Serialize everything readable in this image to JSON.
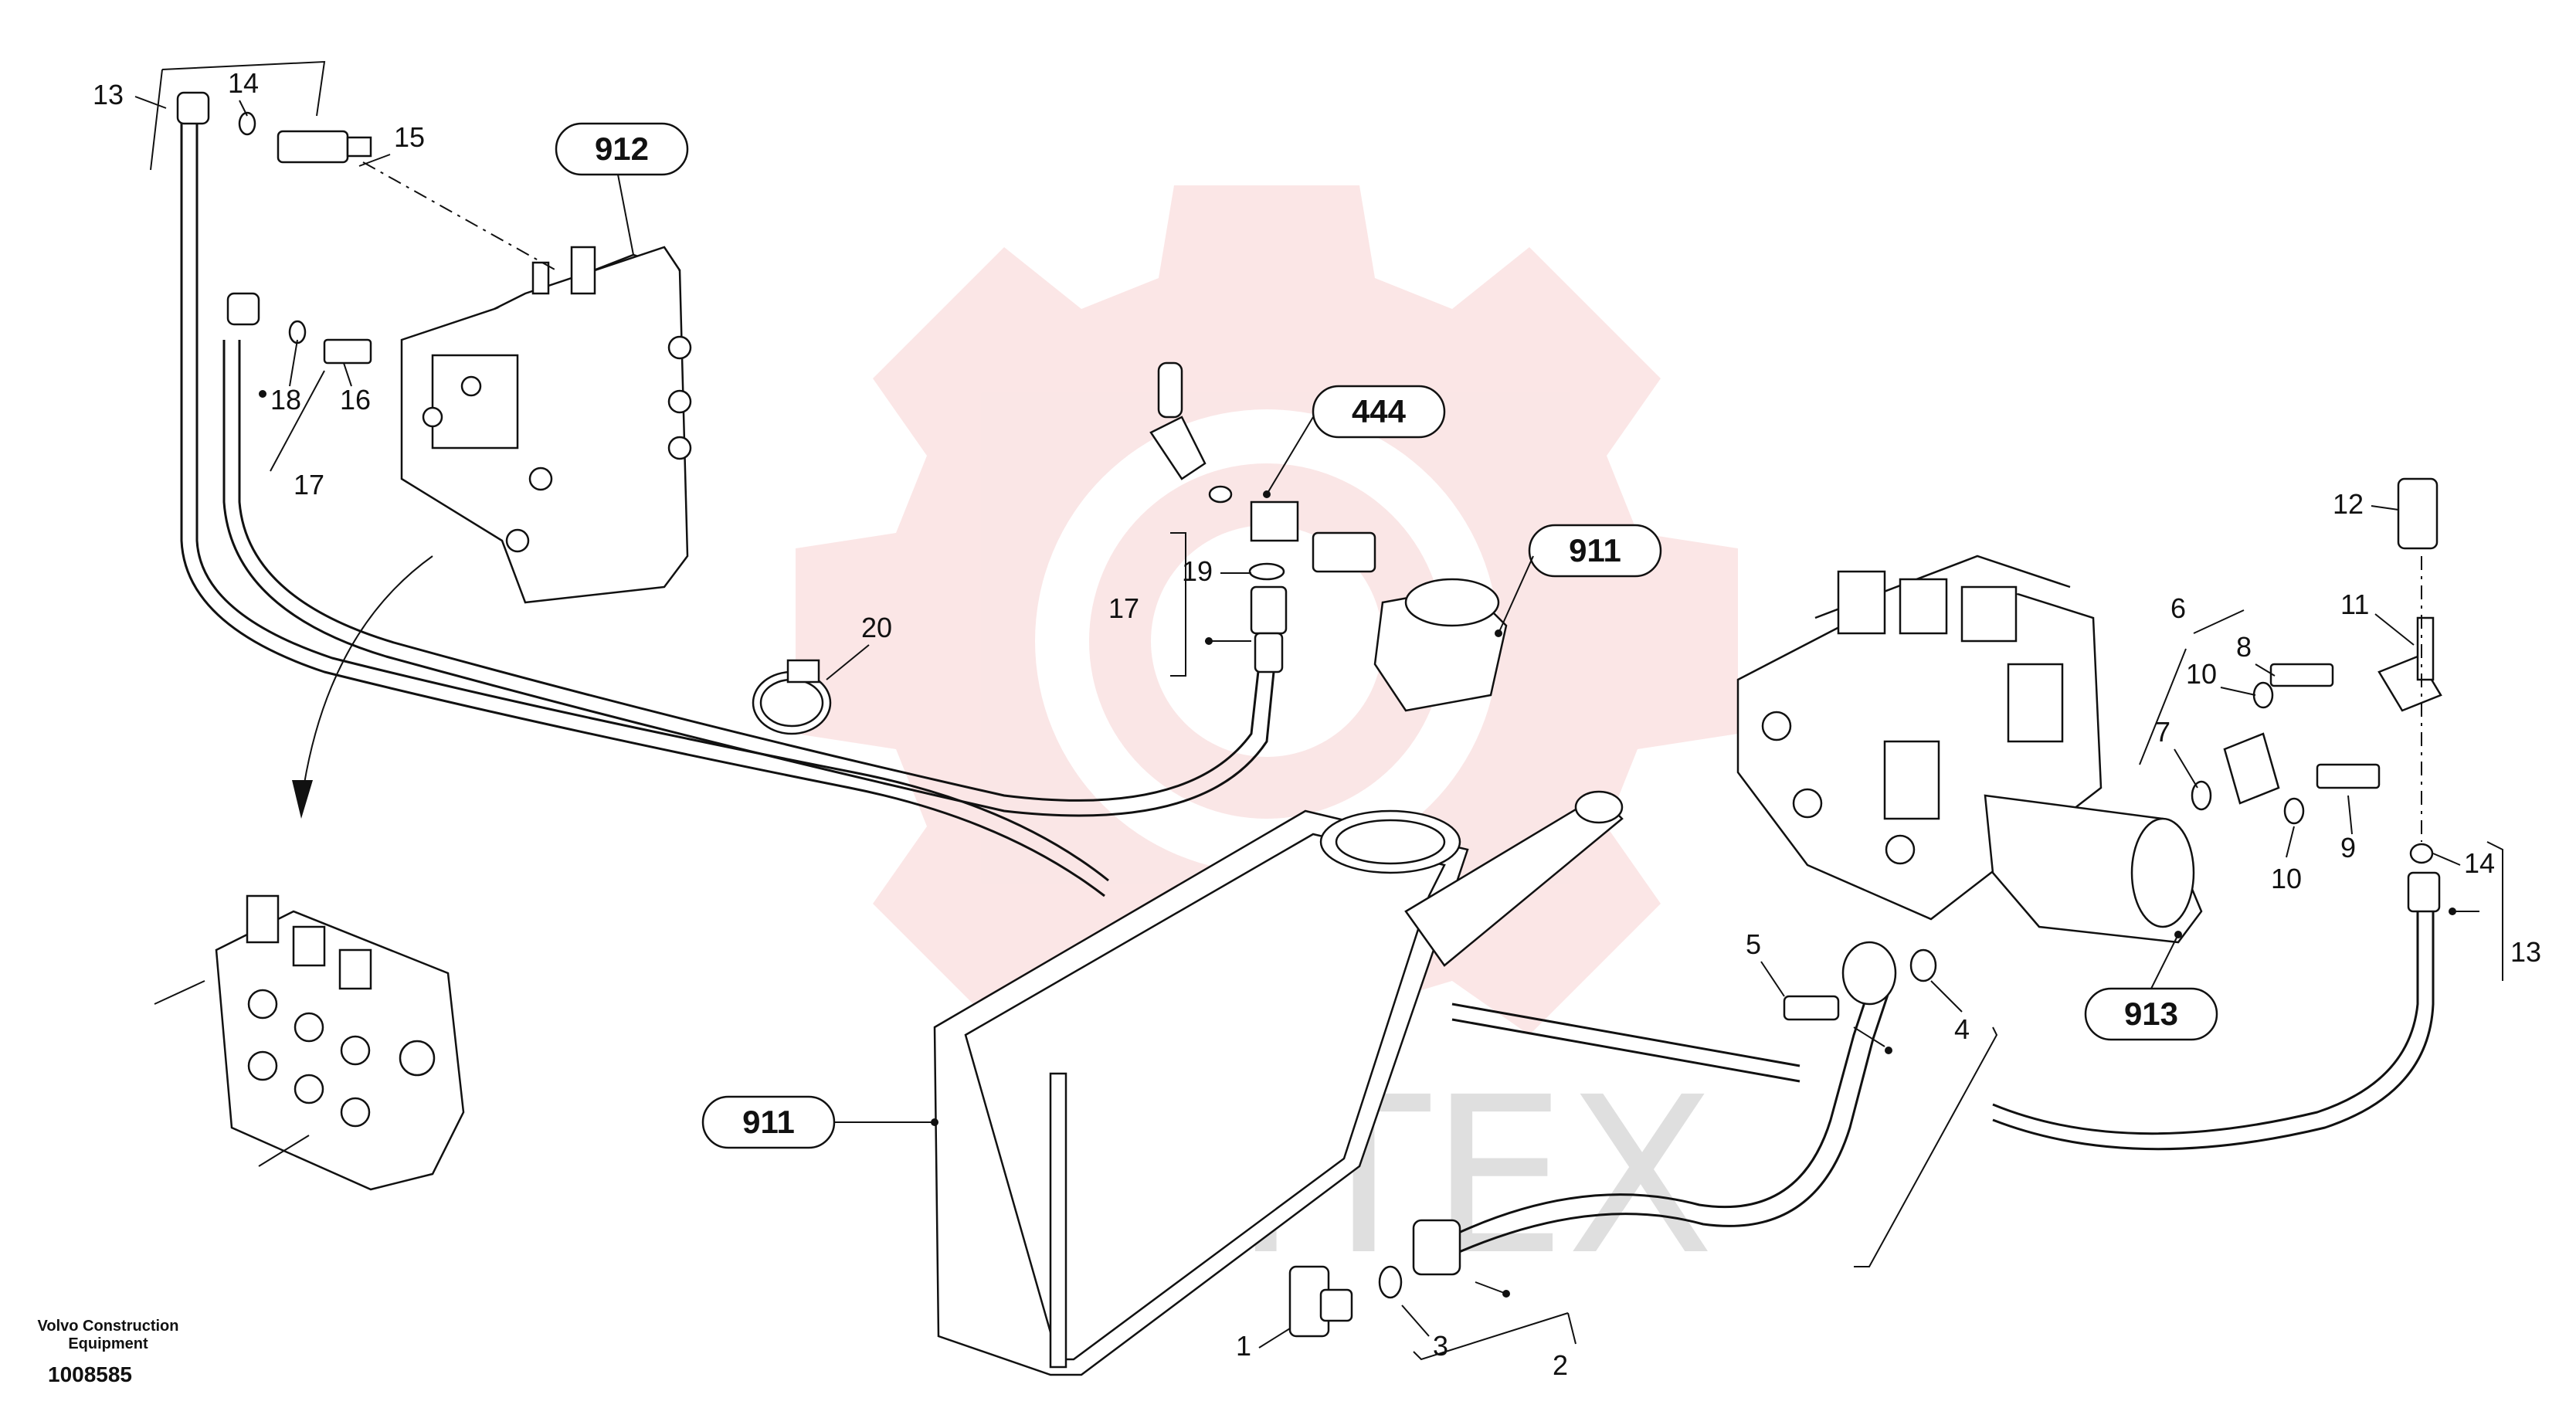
{
  "watermark": {
    "text": "ИНТЕХ",
    "color": "#f3b8b8"
  },
  "callouts": [
    {
      "id": "912-top",
      "text": "912"
    },
    {
      "id": "444",
      "text": "444"
    },
    {
      "id": "911-filter",
      "text": "911"
    },
    {
      "id": "911-tank",
      "text": "911"
    },
    {
      "id": "913",
      "text": "913"
    }
  ],
  "labels": {
    "l13a": "13",
    "l14a": "14",
    "l15": "15",
    "l18": "18",
    "l16": "16",
    "l17a": "17",
    "l20": "20",
    "l19": "19",
    "l17b": "17",
    "l12": "12",
    "l11": "11",
    "l6": "6",
    "l8": "8",
    "l10a": "10",
    "l7": "7",
    "l10b": "10",
    "l9": "9",
    "l14b": "14",
    "l13b": "13",
    "l5": "5",
    "l4": "4",
    "l1": "1",
    "l3": "3",
    "l2": "2"
  },
  "credits": {
    "line1": "Volvo Construction",
    "line2": "Equipment",
    "doc_number": "1008585"
  }
}
